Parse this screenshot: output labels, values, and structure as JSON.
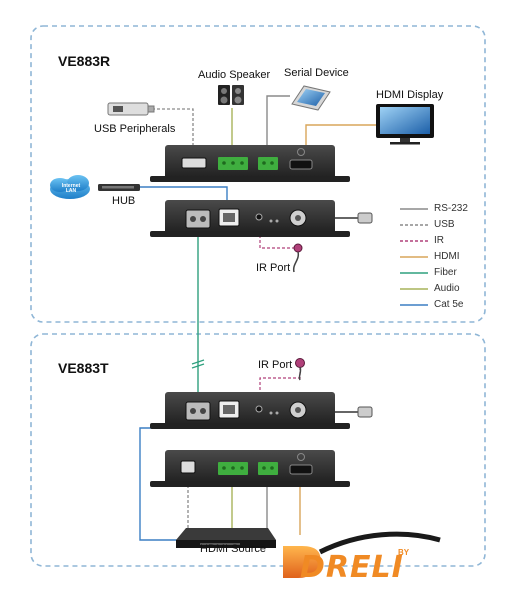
{
  "receiver": {
    "title": "VE883R",
    "usb_peripherals": "USB Peripherals",
    "audio_speaker": "Audio Speaker",
    "serial_device": "Serial Device",
    "hdmi_display": "HDMI Display",
    "hub": "HUB",
    "internet_lan": "Internet LAN",
    "ir_port": "IR Port"
  },
  "transmitter": {
    "title": "VE883T",
    "ir_port": "IR Port",
    "hdmi_source": "HDMI Source"
  },
  "legend": [
    {
      "label": "RS-232",
      "color": "#8a8a8a",
      "style": "solid"
    },
    {
      "label": "USB",
      "color": "#8a8a8a",
      "style": "dashed"
    },
    {
      "label": "IR",
      "color": "#b0407a",
      "style": "dashed"
    },
    {
      "label": "HDMI",
      "color": "#d9a55a",
      "style": "solid"
    },
    {
      "label": "Fiber",
      "color": "#2fa07e",
      "style": "solid"
    },
    {
      "label": "Audio",
      "color": "#a7b35a",
      "style": "solid"
    },
    {
      "label": "Cat 5e",
      "color": "#3b7fc4",
      "style": "solid"
    }
  ],
  "logo": {
    "text": "DRELI",
    "by": "BY"
  },
  "colors": {
    "panel_border": "#8fb6d6",
    "device": "#2d2d2d",
    "terminal_green": "#3fae3f",
    "brand_orange": "#f08a24"
  }
}
